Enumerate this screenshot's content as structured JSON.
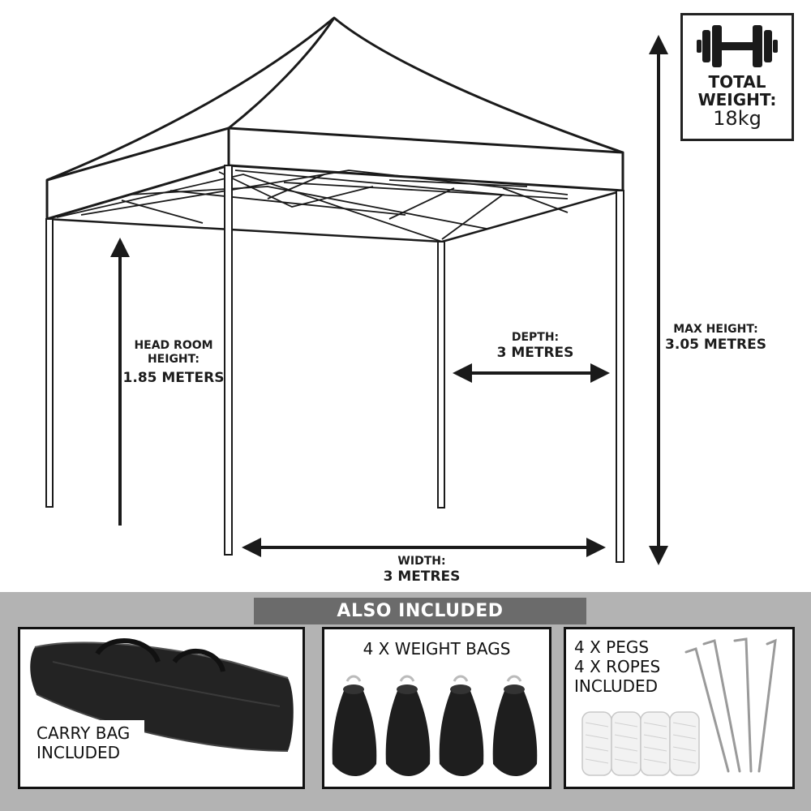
{
  "dimensions": {
    "head_room": {
      "title_line1": "HEAD ROOM",
      "title_line2": "HEIGHT:",
      "value": "1.85 METERS"
    },
    "depth": {
      "title": "DEPTH:",
      "value": "3 METRES"
    },
    "max_height": {
      "title": "MAX HEIGHT:",
      "value": "3.05 METRES"
    },
    "width": {
      "title": "WIDTH:",
      "value": "3 METRES"
    }
  },
  "total_weight": {
    "title_line1": "TOTAL",
    "title_line2": "WEIGHT:",
    "value": "18kg",
    "icon": "dumbbell-icon"
  },
  "also_included": {
    "banner": "ALSO INCLUDED",
    "carry_bag": {
      "line1": "CARRY BAG",
      "line2": "INCLUDED",
      "icon": "carry-bag-icon"
    },
    "weight_bags": {
      "label": "4 X WEIGHT BAGS",
      "icon": "sandbag-icon"
    },
    "pegs_ropes": {
      "line1": "4 X PEGS",
      "line2": "4 X ROPES",
      "line3": "INCLUDED",
      "icons": [
        "rope-coil-icon",
        "tent-peg-icon"
      ]
    }
  },
  "colors": {
    "bottom_background": "#b3b3b3",
    "banner_background": "#6b6b6b",
    "outline": "#1a1a1a"
  }
}
